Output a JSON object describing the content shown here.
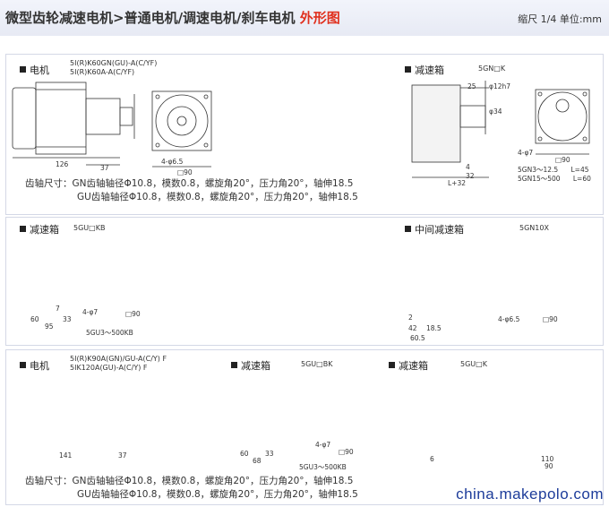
{
  "header": {
    "title_main": "微型齿轮减速电机>普通电机/调速电机/刹车电机",
    "title_accent": "外形图",
    "scale_note": "缩尺 1/4  单位:mm"
  },
  "section1": {
    "label": "电机",
    "models": [
      "5I(R)K60GN(GU)-A(C/YF)",
      "5I(R)K60A-A(C/YF)"
    ],
    "gearbox_label": "减速箱",
    "gearbox_model": "5GN□K",
    "dims": {
      "len_a": "126",
      "len_b": "37",
      "box": "□90",
      "sq": "□90",
      "holes": "4-φ6.5",
      "d25": "25",
      "d12": "φ12h7",
      "d34": "φ34",
      "d4": "4",
      "d32": "32",
      "l32": "L+32",
      "hole4": "4-φ7"
    },
    "ratio_rows": [
      {
        "range": "5GN3～12.5",
        "value": "L=45"
      },
      {
        "range": "5GN15～500",
        "value": "L=60"
      }
    ],
    "gear_lines": [
      "齿轴尺寸：GN齿轴轴径Φ10.8，模数0.8，螺旋角20°，压力角20°，轴伸18.5",
      "GU齿轴轴径Φ10.8，模数0.8，螺旋角20°，压力角20°，轴伸18.5"
    ]
  },
  "section2": {
    "left_label": "减速箱",
    "left_model": "5GU□KB",
    "left_note": "5GU3～500KB",
    "left_dims": {
      "d60": "60",
      "d33": "33",
      "d95": "95",
      "d7": "7",
      "hole": "4-φ7",
      "sq": "□90"
    },
    "right_label": "中间减速箱",
    "right_model": "5GN10X",
    "right_dims": {
      "d2": "2",
      "d42": "42",
      "d18": "18.5",
      "d605": "60.5",
      "hole": "4-φ6.5",
      "sq": "□90"
    }
  },
  "section3": {
    "label": "电机",
    "models": [
      "5I(R)K90A(GN)/GU-A(C/Y) F",
      "5IK120A(GU)-A(C/Y) F"
    ],
    "gb1_label": "减速箱",
    "gb1_model": "5GU□BK",
    "gb1_note": "5GU3～500KB",
    "gb2_label": "减速箱",
    "gb2_model": "5GU□K",
    "dims": {
      "d141": "141",
      "d37": "37",
      "d60": "60",
      "d33": "33",
      "d68": "68",
      "d6": "6",
      "d110": "110",
      "d90": "90",
      "hole": "4-φ7",
      "sq": "□90"
    },
    "gear_lines": [
      "齿轴尺寸：GN齿轴轴径Φ10.8，模数0.8，螺旋角20°，压力角20°，轴伸18.5",
      "GU齿轴轴径Φ10.8，模数0.8，螺旋角20°，压力角20°，轴伸18.5"
    ]
  },
  "watermark": "china.makepolo.com"
}
